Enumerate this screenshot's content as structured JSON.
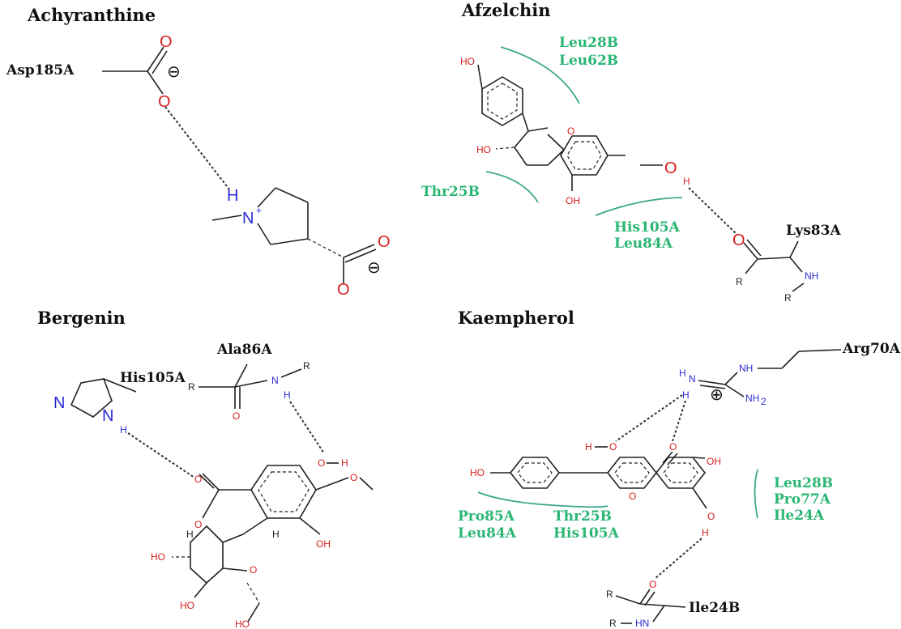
{
  "colors": {
    "oxygen": "#d81e1e",
    "nitrogen": "#2b2bd6",
    "hydrophobic": "#2bb673",
    "arc": "#3aa88a"
  },
  "panels": {
    "achyranthine": {
      "title": "Achyranthine",
      "residues": [
        "Asp185A"
      ],
      "atoms": {
        "o": "O",
        "h": "H",
        "n": "N",
        "plus": "+"
      },
      "charge": "⊖"
    },
    "afzelchin": {
      "title": "Afzelchin",
      "hydrophobic": [
        "Leu28B",
        "Leu62B",
        "Thr25B",
        "His105A",
        "Leu84A"
      ],
      "residues": [
        "Lys83A"
      ],
      "atoms": {
        "ho": "HO",
        "o": "O",
        "h": "H",
        "r": "R",
        "nh": "NH"
      }
    },
    "bergenin": {
      "title": "Bergenin",
      "residues": [
        "Ala86A",
        "His105A"
      ],
      "atoms": {
        "n": "N",
        "h": "H",
        "r": "R",
        "o": "O",
        "oh": "OH",
        "ho": "HO"
      }
    },
    "kaempherol": {
      "title": "Kaempherol",
      "residues": [
        "Arg70A",
        "Ile24B"
      ],
      "hydrophobic": [
        "Leu28B",
        "Pro77A",
        "Ile24A",
        "Pro85A",
        "Leu84A",
        "Thr25B",
        "His105A"
      ],
      "atoms": {
        "h": "H",
        "n": "N",
        "nh": "NH",
        "nh2": "NH",
        "sub2": "2",
        "ho": "HO",
        "o": "O",
        "oh": "OH",
        "r": "R",
        "hn": "HN"
      },
      "charge": "⊕"
    }
  }
}
